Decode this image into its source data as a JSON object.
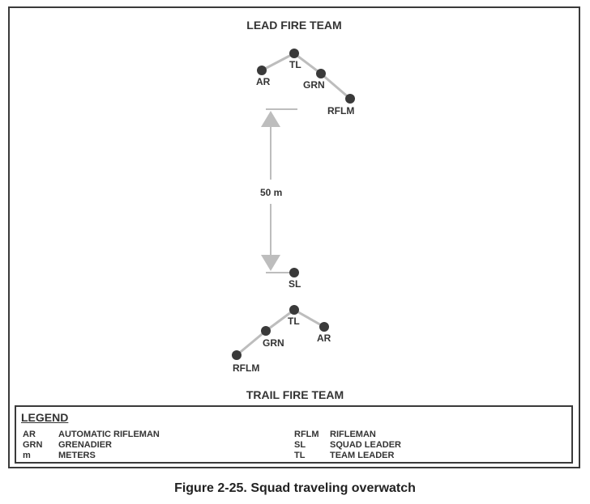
{
  "diagram": {
    "lead_title": "LEAD FIRE TEAM",
    "trail_title": "TRAIL FIRE TEAM",
    "distance_label": "50 m",
    "lead_team": {
      "ar": "AR",
      "tl": "TL",
      "grn": "GRN",
      "rflm": "RFLM"
    },
    "sl": "SL",
    "trail_team": {
      "rflm": "RFLM",
      "grn": "GRN",
      "tl": "TL",
      "ar": "AR"
    }
  },
  "legend": {
    "title": "LEGEND",
    "entries_left": [
      {
        "abbr": "AR",
        "meaning": "AUTOMATIC RIFLEMAN"
      },
      {
        "abbr": "GRN",
        "meaning": "GRENADIER"
      },
      {
        "abbr": "m",
        "meaning": "METERS"
      }
    ],
    "entries_right": [
      {
        "abbr": "RFLM",
        "meaning": "RIFLEMAN"
      },
      {
        "abbr": "SL",
        "meaning": "SQUAD LEADER"
      },
      {
        "abbr": "TL",
        "meaning": "TEAM LEADER"
      }
    ]
  },
  "caption": "Figure 2-25. Squad traveling overwatch",
  "colors": {
    "node": "#3a3a3a",
    "link": "#bdbdbd",
    "arrow": "#bdbdbd"
  }
}
